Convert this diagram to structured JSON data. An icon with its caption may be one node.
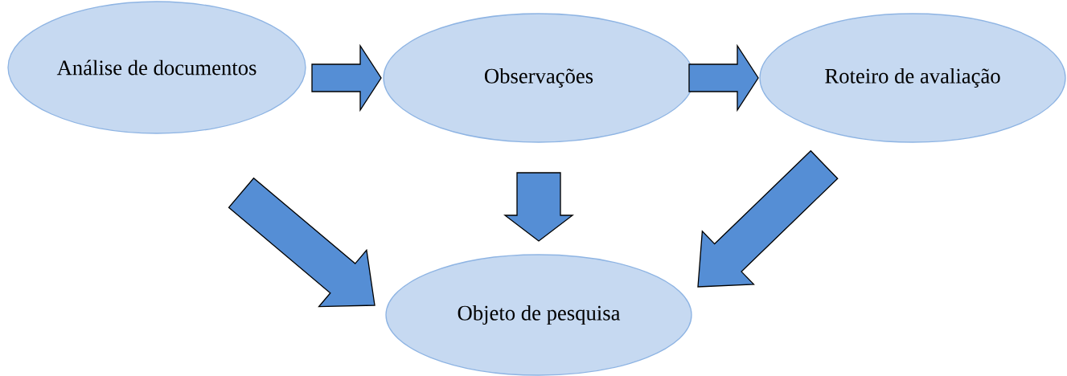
{
  "diagram": {
    "nodes": [
      {
        "text": [
          "Análise de documentos"
        ]
      },
      {
        "text": [
          "Observações"
        ]
      },
      {
        "text": [
          "Roteiro de avaliação"
        ]
      },
      {
        "text": [
          "Objeto de pesquisa"
        ]
      }
    ],
    "edges": [
      {
        "from": 0,
        "to": 1,
        "arrow": "to"
      },
      {
        "from": 1,
        "to": 2,
        "arrow": "to"
      },
      {
        "from": 0,
        "to": 3,
        "arrow": "to"
      },
      {
        "from": 1,
        "to": 3,
        "arrow": "to"
      },
      {
        "from": 2,
        "to": 3,
        "arrow": "to"
      }
    ]
  }
}
